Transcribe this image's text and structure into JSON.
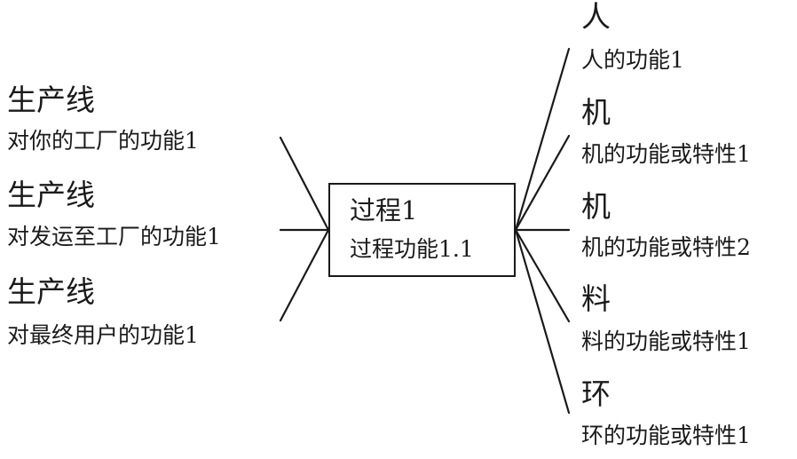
{
  "process": {
    "title": "过程1",
    "function": "过程功能1.1"
  },
  "inputs": [
    {
      "label": "生产线",
      "function": "对你的工厂的功能1"
    },
    {
      "label": "生产线",
      "function": "对发运至工厂的功能1"
    },
    {
      "label": "生产线",
      "function": "对最终用户的功能1"
    }
  ],
  "factors": [
    {
      "label": "人",
      "function": "人的功能1"
    },
    {
      "label": "机",
      "function": "机的功能或特性1"
    },
    {
      "label": "机",
      "function": "机的功能或特性2"
    },
    {
      "label": "料",
      "function": "料的功能或特性1"
    },
    {
      "label": "环",
      "function": "环的功能或特性1"
    }
  ]
}
